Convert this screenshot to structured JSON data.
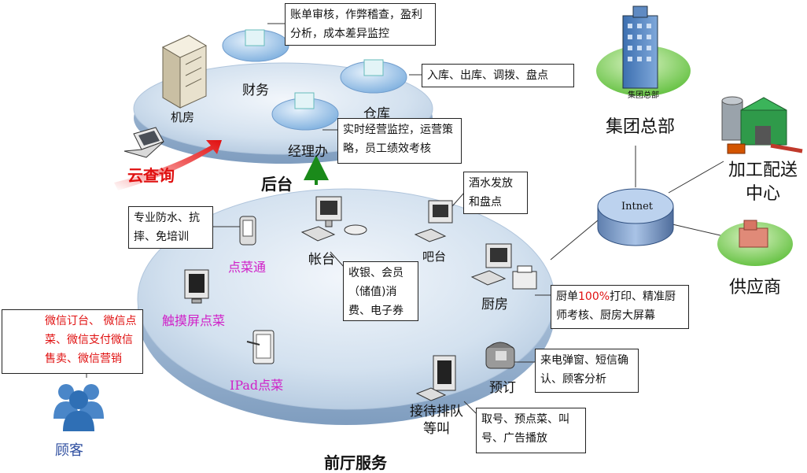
{
  "backend": {
    "title": "后台",
    "server_room": "机房",
    "finance": "财务",
    "warehouse": "仓库",
    "manager_office": "经理办",
    "finance_note": "账单审核，作弊稽查，盈利分析，成本差异监控",
    "warehouse_note": "入库、出库、调拨、盘点",
    "manager_note": "实时经营监控，运营策略，员工绩效考核",
    "cloud_query": "云查询"
  },
  "front": {
    "title": "前厅服务",
    "order_device": "点菜通",
    "order_device_note": "专业防水、抗摔、免培训",
    "touch_screen": "触摸屏点菜",
    "ipad": "IPad点菜",
    "cashier": "帐台",
    "cashier_note": "收银、会员（储值)消费、电子券",
    "bar": "吧台",
    "bar_note": "酒水发放和盘点",
    "kitchen": "厨房",
    "kitchen_note": {
      "pre": "厨单",
      "highlight": "100%",
      "post": "打印、精准厨师考核、厨房大屏幕"
    },
    "booking": "预订",
    "booking_note": "来电弹窗、短信确认、顾客分析",
    "reception": "接待排队等叫",
    "reception_note": "取号、预点菜、叫号、广告播放"
  },
  "customer": {
    "label": "顾客",
    "wechat_note": "微信订台、 微信点菜、微信支付微信售卖、微信营销"
  },
  "network": {
    "hub": "Intnet",
    "hq": "集团总部",
    "hq_building": "集团总部",
    "processing": "加工配送中心",
    "supplier": "供应商"
  },
  "colors": {
    "accent_red": "#e01010",
    "magenta": "#d020c8",
    "disk_blue": "#c9dcef",
    "green_arrow": "#1a8a1a"
  }
}
